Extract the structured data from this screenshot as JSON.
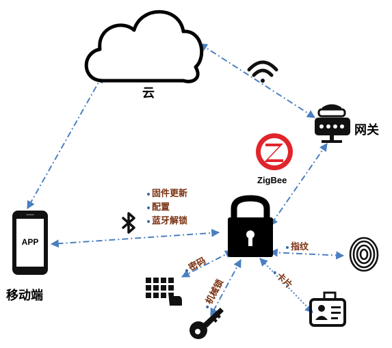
{
  "nodes": {
    "cloud": {
      "label": "云"
    },
    "gateway": {
      "label": "网关"
    },
    "mobile": {
      "label": "移动端",
      "screen_text": "APP"
    },
    "zigbee": {
      "label": "ZigBee"
    }
  },
  "features": [
    "固件更新",
    "配置",
    "蓝牙解锁"
  ],
  "unlock_methods": {
    "password": "密码",
    "mechanical": "机械锁",
    "fingerprint": "指纹",
    "card": "卡片"
  },
  "colors": {
    "link": "#4a7fc0",
    "feature_text": "#7a3010",
    "zigbee_red": "#e0252b",
    "icon": "#111111"
  }
}
